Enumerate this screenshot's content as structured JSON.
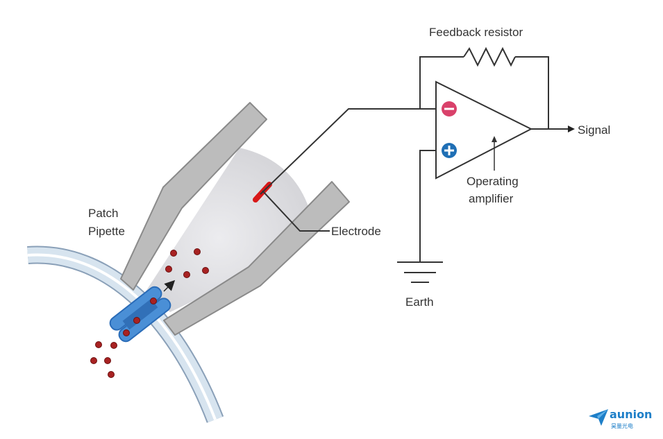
{
  "labels": {
    "feedback_resistor": "Feedback resistor",
    "signal": "Signal",
    "operating_line1": "Operating",
    "operating_line2": "amplifier",
    "patch_line1": "Patch",
    "patch_line2": "Pipette",
    "electrode": "Electrode",
    "earth": "Earth"
  },
  "symbols": {
    "minus": "−",
    "plus": "+"
  },
  "brand": {
    "name": "aunion",
    "subtitle": "昊量光电"
  },
  "icons": [
    "arrow-icon",
    "resistor-icon",
    "ground-icon",
    "minus-icon",
    "plus-icon",
    "logo-icon"
  ],
  "colors": {
    "membrane": "#c8d8e6",
    "membrane_outline": "#8aa0b8",
    "pipette": "#bcbcbc",
    "pipette_outline": "#8a8a8a",
    "solution": "#d8d8dc",
    "channel": "#4a8fd6",
    "channel_dark": "#2a6cb8",
    "ion": "#a82222",
    "electrode": "#d81818",
    "minus_badge": "#d9416a",
    "plus_badge": "#1f6fb5",
    "wire": "#333333",
    "brand": "#1e7fc8"
  }
}
